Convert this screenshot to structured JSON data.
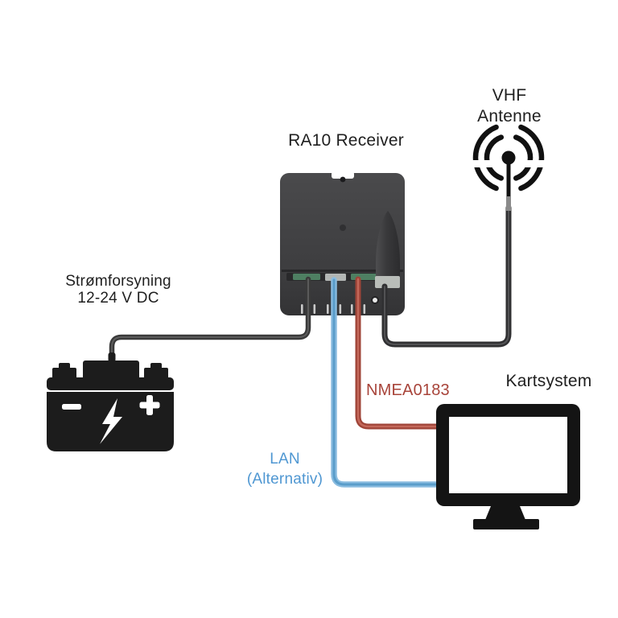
{
  "diagram": {
    "title": "RA10 Receiver wiring diagram",
    "background": "#ffffff"
  },
  "labels": {
    "receiver": "RA10 Receiver",
    "vhf": {
      "line1": "VHF",
      "line2": "Antenne"
    },
    "power": {
      "line1": "Strømforsyning",
      "line2": "12-24 V DC"
    },
    "kartsystem": "Kartsystem",
    "nmea": "NMEA0183",
    "lan": {
      "line1": "LAN",
      "line2": "(Alternativ)"
    }
  },
  "connections": [
    {
      "from": "Strømforsyning 12-24 V DC",
      "to": "RA10 Receiver",
      "type": "power",
      "color": "black"
    },
    {
      "from": "RA10 Receiver",
      "to": "Kartsystem",
      "label": "NMEA0183",
      "type": "serial",
      "color": "red"
    },
    {
      "from": "RA10 Receiver",
      "to": "Kartsystem",
      "label": "LAN (Alternativ)",
      "type": "network",
      "color": "blue"
    },
    {
      "from": "RA10 Receiver",
      "to": "VHF Antenne",
      "type": "antenna",
      "color": "black"
    }
  ],
  "colors": {
    "background": "#ffffff",
    "device_body": "#414143",
    "wire_black": "#3a3a3a",
    "nmea_wire_red": "#9f4438",
    "nmea_text_red": "#a8443a",
    "lan_wire_blue": "#8abce0",
    "lan_text_blue": "#4f97d2",
    "icon_black": "#161616",
    "terminal_green": "#4e7f62",
    "antenna_connector_silver": "#b9bdb9"
  },
  "icons": {
    "battery": "battery-icon",
    "monitor": "monitor-icon",
    "vhf_antenna": "radio-waves-antenna-icon",
    "device": "ra10-receiver-device",
    "cone_antenna": "device-antenna-cone-icon"
  }
}
